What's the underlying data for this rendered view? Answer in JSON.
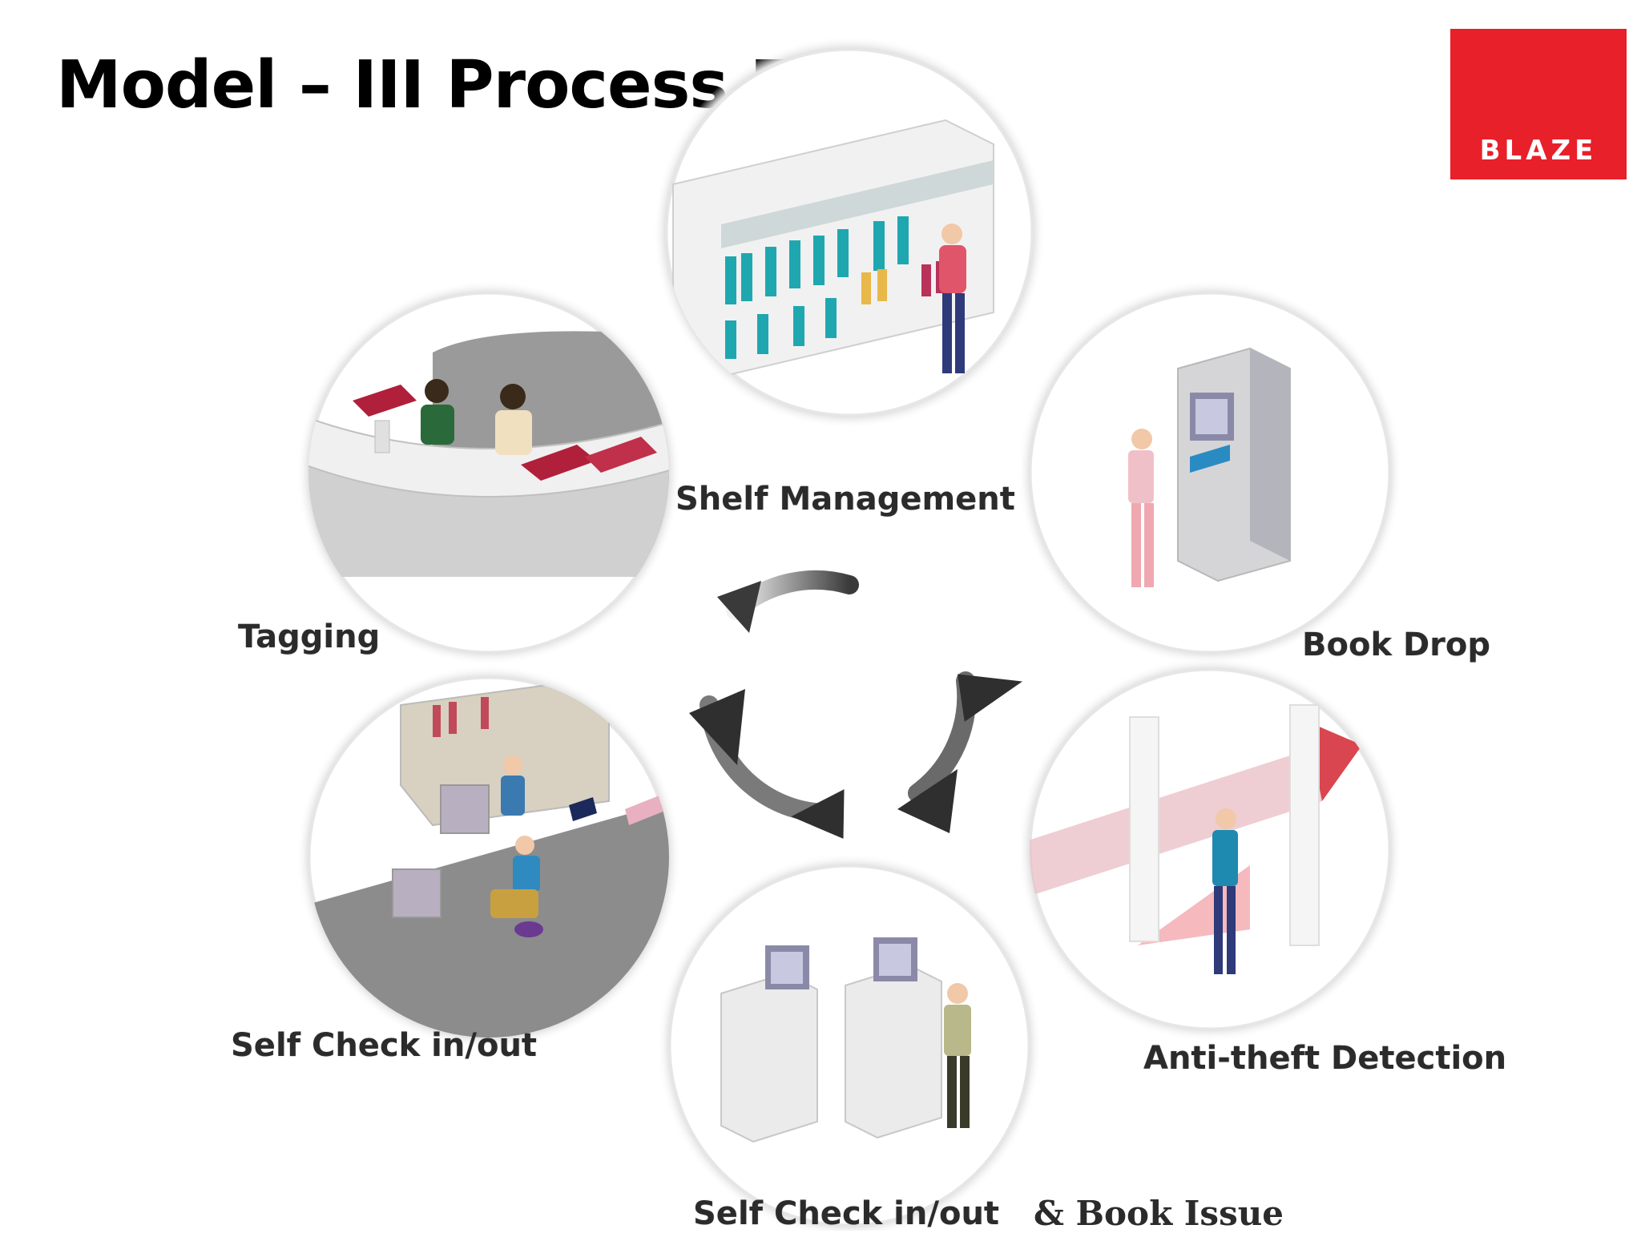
{
  "slide": {
    "title": "Model – III Process Flow",
    "logo_text": "BLAZE"
  },
  "colors": {
    "logo_red": "#e8202a",
    "label_gray": "#2b2b2b",
    "circle_shadow": "#c8c8c8"
  },
  "diagram": {
    "steps": [
      {
        "label": "Shelf Management",
        "icon": "shelf-illustration"
      },
      {
        "label": "Book Drop",
        "icon": "book-drop-kiosk-illustration"
      },
      {
        "label": "Anti-theft Detection",
        "icon": "security-gate-illustration"
      },
      {
        "label": "Self Check in/out",
        "suffix": "& Book Issue",
        "icon": "check-station-illustration"
      },
      {
        "label": "Self Check in/out",
        "icon": "self-service-desk-illustration"
      },
      {
        "label": "Tagging",
        "icon": "tagging-counter-illustration"
      }
    ],
    "center": "cycle-arrows"
  }
}
